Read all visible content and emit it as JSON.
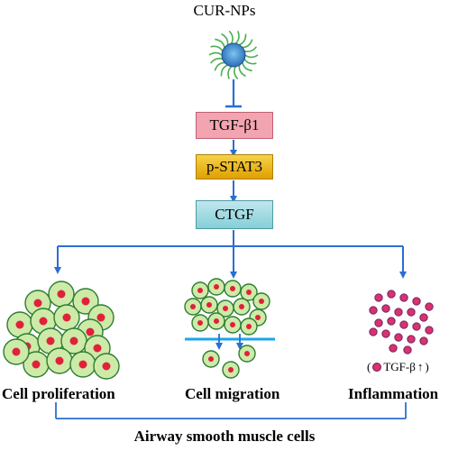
{
  "title": "CUR-NPs",
  "pathway": {
    "tgf": "TGF-β1",
    "stat": "p-STAT3",
    "ctgf": "CTGF"
  },
  "outcomes": {
    "proliferation": "Cell proliferation",
    "migration": "Cell migration",
    "inflammation": "Inflammation"
  },
  "tgf_note": {
    "open": "(",
    "text": "TGF-β",
    "arrow": "↑",
    "close": ")"
  },
  "footer": "Airway smooth muscle cells",
  "colors": {
    "arrow": "#2a6fd1",
    "cell_fill": "#cdeaa8",
    "cell_border": "#2e7d32",
    "nucleus": "#e0213a",
    "membrane": "#1aa6e8",
    "nanoparticle_core": "#3a86c8",
    "nanoparticle_spike": "#4caf50"
  }
}
